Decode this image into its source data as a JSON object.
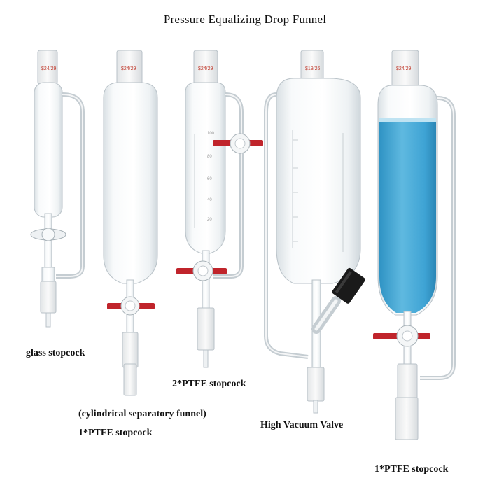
{
  "title": "Pressure Equalizing Drop Funnel",
  "funnels": [
    {
      "caption": "glass stopcock",
      "joint_top": "$24/29"
    },
    {
      "caption_lines": [
        "(cylindrical separatory funnel)",
        "1*PTFE stopcock"
      ],
      "joint_top": "$24/29"
    },
    {
      "caption": "2*PTFE stopcock",
      "joint_top": "$24/29",
      "graduations": [
        "100",
        "80",
        "60",
        "40",
        "20"
      ]
    },
    {
      "caption": "High Vacuum Valve",
      "joint_top": "$19/26"
    },
    {
      "caption": "1*PTFE stopcock",
      "joint_top": "$24/29",
      "liquid_color": "#3fa6d6"
    }
  ],
  "colors": {
    "glass_edge": "#b9c2c8",
    "glass_fill": "#f3f6f8",
    "ptfe_red": "#c0242b",
    "valve_black": "#1a1a1a",
    "liquid_top": "#bfe3f2",
    "liquid": "#3fa6d6"
  }
}
